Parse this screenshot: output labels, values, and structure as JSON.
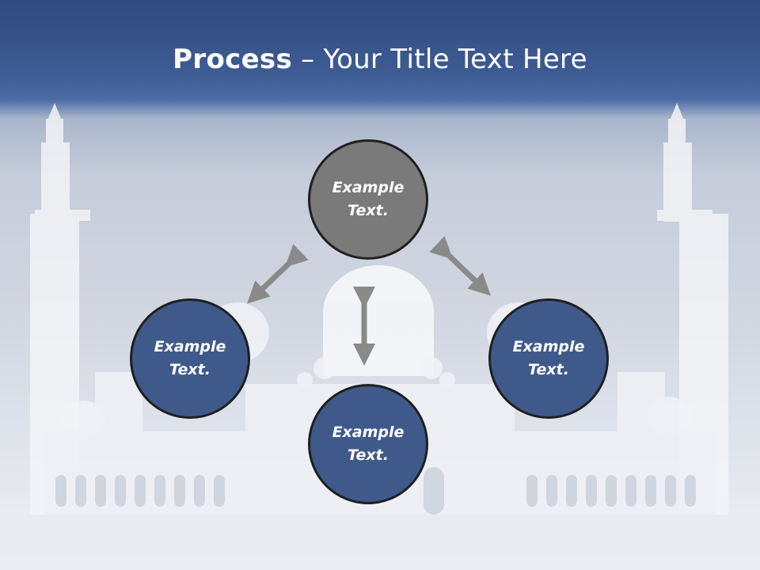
{
  "slide": {
    "title_bold": "Process",
    "title_rest": " – Your Title Text Here"
  },
  "nodes": {
    "top": {
      "line1": "Example",
      "line2": "Text."
    },
    "left": {
      "line1": "Example",
      "line2": "Text."
    },
    "right": {
      "line1": "Example",
      "line2": "Text."
    },
    "bottom": {
      "line1": "Example",
      "line2": "Text."
    }
  },
  "colors": {
    "header_band": "#3d5b93",
    "top_node": "#7a7a7a",
    "other_nodes": "#3f5a8a",
    "node_border": "#1f1f1f",
    "arrows": "#8a8a8a"
  },
  "icons": {
    "connectors": "double-headed-arrow"
  }
}
